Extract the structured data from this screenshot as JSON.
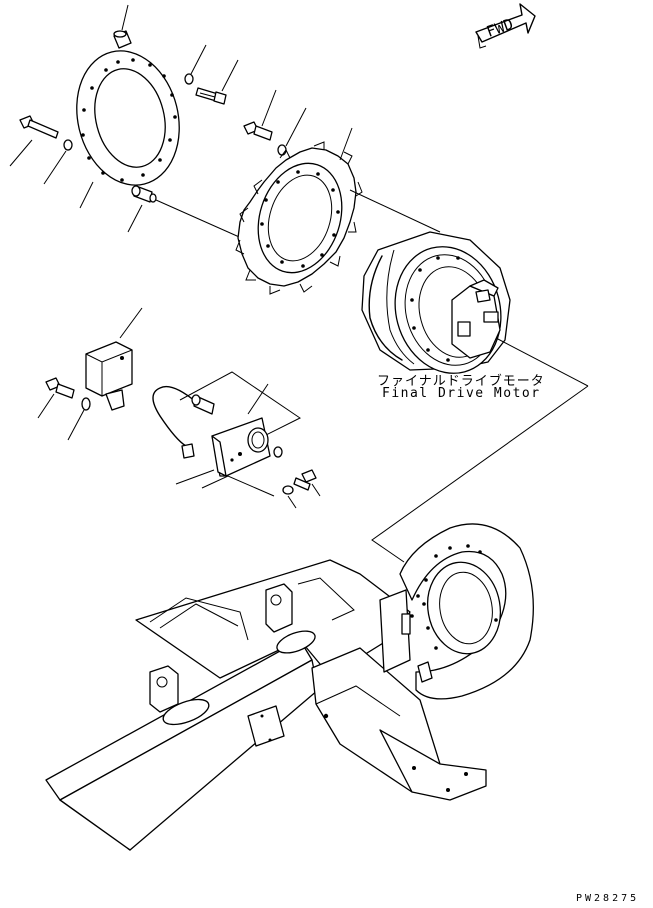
{
  "direction_indicator": {
    "label": "FWD"
  },
  "callout": {
    "label_jp": "ファイナルドライブモータ",
    "label_en": "Final Drive Motor"
  },
  "drawing_id": "PW28275",
  "colors": {
    "ink": "#000000",
    "paper": "#ffffff"
  },
  "icons": [
    "fwd-arrow-icon"
  ]
}
